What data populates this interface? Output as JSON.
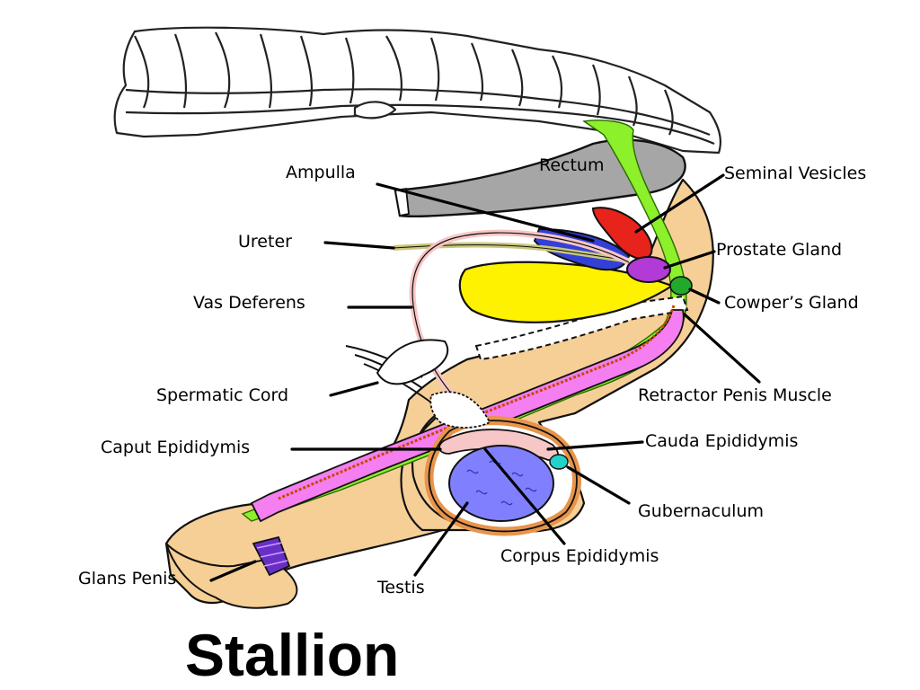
{
  "title": "Stallion",
  "labels": {
    "rectum": "Rectum",
    "ampulla": "Ampulla",
    "seminal_vesicles": "Seminal Vesicles",
    "ureter": "Ureter",
    "prostate_gland": "Prostate Gland",
    "vas_deferens": "Vas Deferens",
    "cowpers_gland": "Cowper’s Gland",
    "spermatic_cord": "Spermatic Cord",
    "retractor_penis_muscle": "Retractor Penis Muscle",
    "caput_epididymis": "Caput Epididymis",
    "cauda_epididymis": "Cauda Epididymis",
    "gubernaculum": "Gubernaculum",
    "corpus_epididymis": "Corpus Epididymis",
    "glans_penis": "Glans Penis",
    "testis": "Testis"
  },
  "colors": {
    "bone_outline": "#222222",
    "rectum": "#a6a6a6",
    "tissue": "#f6cf96",
    "bladder": "#fff200",
    "seminal_vesicles": "#e8231c",
    "ampulla": "#3340d8",
    "prostate": "#b23ad6",
    "cowpers": "#22a82a",
    "retractor": "#8cf02a",
    "penis_pink": "#f57ef0",
    "epididymis": "#f7c6c6",
    "testis": "#8080ff",
    "gubernaculum": "#22d1c8",
    "glans": "#6a2ec8",
    "tunic": "#e8944a"
  }
}
